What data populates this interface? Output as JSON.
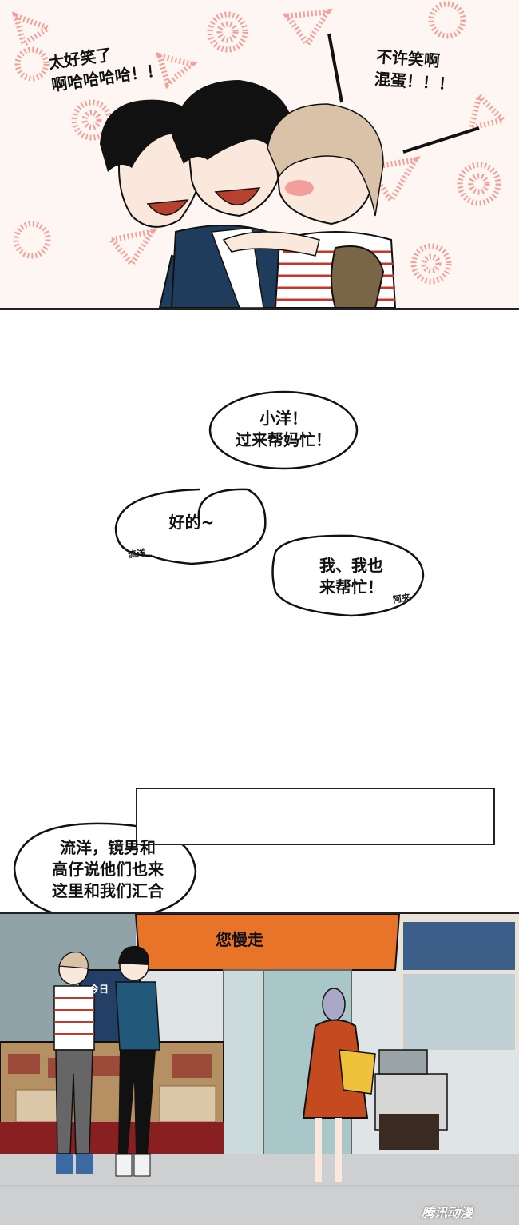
{
  "panel_top": {
    "left_shout": [
      "太好笑了",
      "啊哈哈哈哈！！"
    ],
    "right_shout": [
      "不许笑啊",
      "混蛋！！！"
    ]
  },
  "bubble_mom": {
    "lines": [
      "小洋！",
      "过来帮妈忙！"
    ]
  },
  "bubble_liuyang": {
    "text": "好的~",
    "speaker": "流洋"
  },
  "bubble_ajia": {
    "lines": [
      "我、我也",
      "来帮忙！"
    ],
    "speaker": "阿夹"
  },
  "bubble_info": {
    "lines": [
      "流洋，镜男和",
      "高仔说他们也来",
      "这里和我们汇合"
    ]
  },
  "bubble_bye": {
    "text": "您慢走"
  },
  "shop_sign": {
    "text": "今日"
  },
  "watermark": {
    "text": "腾讯动漫"
  },
  "colors": {
    "awning": "#e8742a",
    "accent_pink": "#f08c82"
  }
}
